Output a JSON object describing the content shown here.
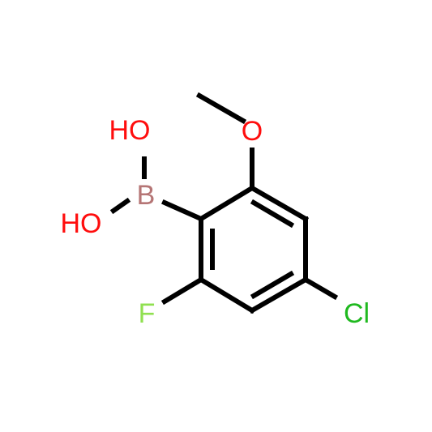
{
  "molecule": {
    "atoms": {
      "ho_top": "HO",
      "ho_left": "HO",
      "boron": "B",
      "oxygen": "O",
      "fluorine": "F",
      "chlorine": "Cl"
    },
    "colors": {
      "bond": "#000000",
      "oxygen": "#ff0d0d",
      "boron": "#b57575",
      "fluorine": "#90e050",
      "chlorine": "#1fb91f"
    }
  }
}
